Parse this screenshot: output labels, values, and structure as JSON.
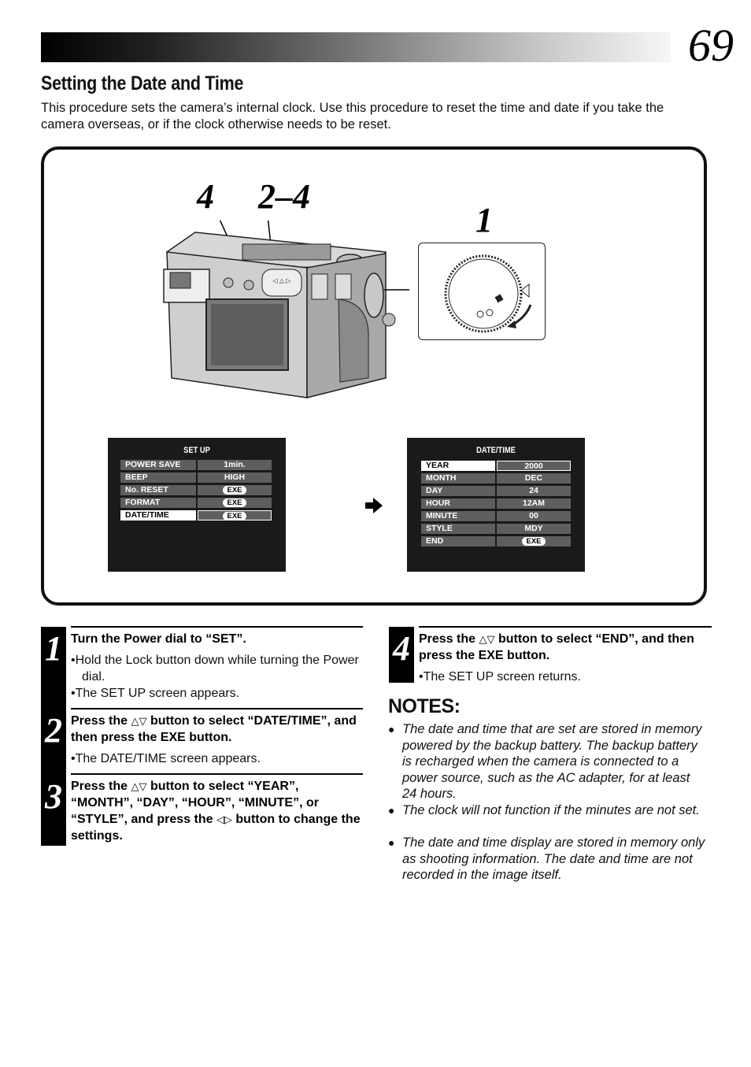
{
  "page_number": "69",
  "title": "Setting the Date and Time",
  "intro": "This procedure sets the camera’s internal clock. Use this procedure to reset the time and date if you take the camera overseas, or if the clock otherwise needs to be reset.",
  "illustration": {
    "callout_left": "4",
    "callout_mid": "2–4",
    "callout_right": "1"
  },
  "setup_screen": {
    "title": "SET UP",
    "rows": [
      {
        "label": "POWER SAVE",
        "value": "1min."
      },
      {
        "label": "BEEP",
        "value": "HIGH"
      },
      {
        "label": "No. RESET",
        "value": "EXE"
      },
      {
        "label": "FORMAT",
        "value": "EXE"
      },
      {
        "label": "DATE/TIME",
        "value": "EXE"
      }
    ],
    "selected_row": "DATE/TIME"
  },
  "datetime_screen": {
    "title": "DATE/TIME",
    "rows": [
      {
        "label": "YEAR",
        "value": "2000"
      },
      {
        "label": "MONTH",
        "value": "DEC"
      },
      {
        "label": "DAY",
        "value": "24"
      },
      {
        "label": "HOUR",
        "value": "12AM"
      },
      {
        "label": "MINUTE",
        "value": "00"
      },
      {
        "label": "STYLE",
        "value": "MDY"
      },
      {
        "label": "END",
        "value": "EXE"
      }
    ],
    "selected_row": "YEAR"
  },
  "steps": [
    {
      "number": "1",
      "heading": "Turn the Power dial to “SET”.",
      "bullets": [
        "•Hold the Lock button down while turning the Power dial.",
        "•The SET UP screen appears."
      ]
    },
    {
      "number": "2",
      "heading_before": "Press the",
      "heading_symbols": "△▽",
      "heading_after": "button to select “DATE/TIME”, and then press the EXE button.",
      "bullets": [
        "•The DATE/TIME screen appears."
      ]
    },
    {
      "number": "3",
      "heading_before": "Press the",
      "heading_symbols": "△▽",
      "heading_mid": "button to select “YEAR”, “MONTH”, “DAY”, “HOUR”, “MINUTE”, or “STYLE”, and press the",
      "heading_symbols2": "◁▷",
      "heading_after": "button to change the settings."
    },
    {
      "number": "4",
      "heading_before": "Press the",
      "heading_symbols": "△▽",
      "heading_after": "button to select “END”, and then press the EXE button.",
      "bullets": [
        "•The SET UP screen returns."
      ]
    }
  ],
  "notes": {
    "title": "NOTES:",
    "bullet": "●",
    "items": [
      "The date and time that are set are stored in memory powered by the backup battery. The backup battery is recharged when the camera is connected to a power source, such as the AC adapter, for at least 24 hours.",
      "The clock will not function if the minutes are not set.",
      "The date and time display are stored in memory only as shooting information. The date and time are not recorded in the image itself."
    ]
  }
}
